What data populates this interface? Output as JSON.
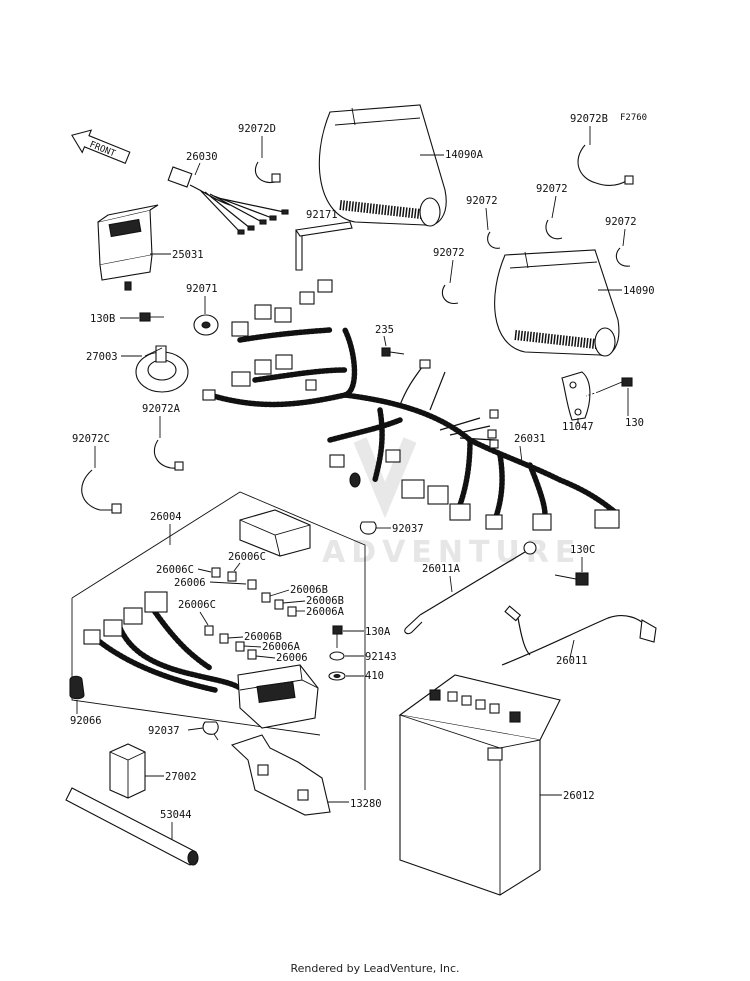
{
  "diagram": {
    "code": "F2760",
    "front_label": "FRONT",
    "watermark": "ADVENTURE",
    "parts": {
      "p26030": "26030",
      "p92072D": "92072D",
      "p14090A": "14090A",
      "p92072B": "92072B",
      "p92072a1": "92072",
      "p92072a2": "92072",
      "p92072a3": "92072",
      "p92072a4": "92072",
      "p14090": "14090",
      "p25031": "25031",
      "p92171": "92171",
      "p92071": "92071",
      "p130B": "130B",
      "p27003": "27003",
      "p235": "235",
      "p130": "130",
      "p11047": "11047",
      "p92072A": "92072A",
      "p92072C": "92072C",
      "p26031": "26031",
      "p26004": "26004",
      "p92037a": "92037",
      "p26006C1": "26006C",
      "p26006C2": "26006C",
      "p26006a": "26006",
      "p26006B1": "26006B",
      "p26006B2": "26006B",
      "p26006A1": "26006A",
      "p26006C3": "26006C",
      "p26006B3": "26006B",
      "p26006A2": "26006A",
      "p26006b": "26006",
      "p130A": "130A",
      "p92143": "92143",
      "p410": "410",
      "p26011A": "26011A",
      "p130C": "130C",
      "p26011": "26011",
      "p92066": "92066",
      "p92037b": "92037",
      "p27002": "27002",
      "p13280": "13280",
      "p53044": "53044",
      "p26012": "26012"
    }
  },
  "footer": {
    "text": "Rendered by LeadVenture, Inc."
  }
}
